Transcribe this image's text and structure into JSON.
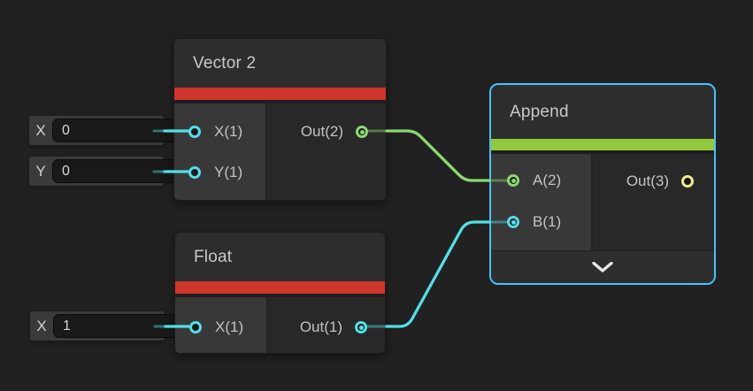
{
  "colors": {
    "bg": "#212121",
    "cyan": "#4FE1E7",
    "green": "#8BD96E",
    "yellow": "#EFEA8F",
    "redbar": "#D0352B",
    "greenbar": "#92C83C",
    "selection": "#44C3FF"
  },
  "nodes": {
    "vector2": {
      "title": "Vector 2",
      "category_bar_color": "#D0352B",
      "selected": false,
      "inputs": [
        {
          "label": "X(1)",
          "type": "vector1",
          "color": "#4FE1E7",
          "connected": false
        },
        {
          "label": "Y(1)",
          "type": "vector1",
          "color": "#4FE1E7",
          "connected": false
        }
      ],
      "outputs": [
        {
          "label": "Out(2)",
          "type": "vector2",
          "color": "#8BD96E",
          "connected": true
        }
      ]
    },
    "float": {
      "title": "Float",
      "category_bar_color": "#D0352B",
      "selected": false,
      "inputs": [
        {
          "label": "X(1)",
          "type": "vector1",
          "color": "#4FE1E7",
          "connected": false
        }
      ],
      "outputs": [
        {
          "label": "Out(1)",
          "type": "vector1",
          "color": "#4FE1E7",
          "connected": true
        }
      ]
    },
    "append": {
      "title": "Append",
      "category_bar_color": "#92C83C",
      "selected": true,
      "inputs": [
        {
          "label": "A(2)",
          "type": "vector2",
          "color": "#8BD96E",
          "connected": true
        },
        {
          "label": "B(1)",
          "type": "vector1",
          "color": "#4FE1E7",
          "connected": true
        }
      ],
      "outputs": [
        {
          "label": "Out(3)",
          "type": "vector3",
          "color": "#EFEA8F",
          "connected": false
        }
      ],
      "footer_icon": "chevron-down"
    }
  },
  "widgets": [
    {
      "label": "X",
      "value": "0"
    },
    {
      "label": "Y",
      "value": "0"
    },
    {
      "label": "X",
      "value": "1"
    }
  ],
  "edges": [
    {
      "from": "Vector 2.Out(2)",
      "to": "Append.A(2)",
      "color": "#8BD96E"
    },
    {
      "from": "Float.Out(1)",
      "to": "Append.B(1)",
      "color": "#4FE1E7"
    }
  ]
}
